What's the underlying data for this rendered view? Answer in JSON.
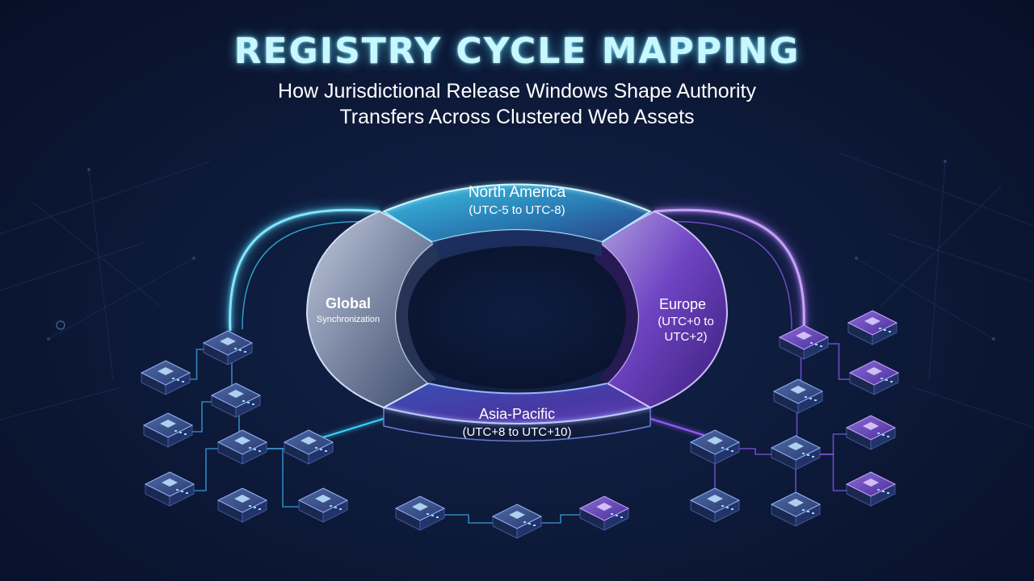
{
  "header": {
    "title": "REGISTRY CYCLE MAPPING",
    "subtitle_line1": "How Jurisdictional Release Windows Shape Authority",
    "subtitle_line2": "Transfers Across Clustered Web Assets"
  },
  "ring": {
    "north_america": {
      "name": "North America",
      "range": "(UTC-5 to UTC-8)"
    },
    "global": {
      "name": "Global",
      "sub": "Synchronization"
    },
    "europe": {
      "name": "Europe",
      "range_line1": "(UTC+0 to",
      "range_line2": "UTC+2)"
    },
    "asia_pacific": {
      "name": "Asia-Pacific",
      "range": "(UTC+8 to UTC+10)"
    }
  },
  "colors": {
    "background": "#0b1530",
    "cyan_glow": "#38d6ff",
    "purple_glow": "#9b5cff",
    "title_glow": "#5adcff"
  },
  "icons": [
    "server-node-icon",
    "data-cube-icon",
    "network-line-icon"
  ]
}
